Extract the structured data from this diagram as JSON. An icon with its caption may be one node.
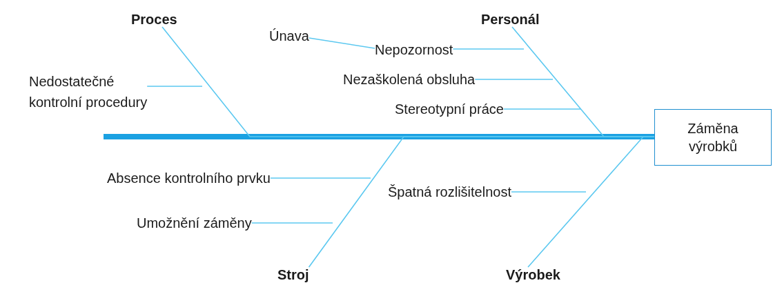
{
  "diagram": {
    "nodes": [
      {
        "text": [
          "Záměna výrobků"
        ]
      },
      {
        "text": [
          "Proces"
        ]
      },
      {
        "text": [
          "Nedostatečné kontrolní procedury"
        ]
      },
      {
        "text": [
          "Personál"
        ]
      },
      {
        "text": [
          "Únava"
        ]
      },
      {
        "text": [
          "Nepozornost"
        ]
      },
      {
        "text": [
          "Nezaškolená obsluha"
        ]
      },
      {
        "text": [
          "Stereotypní práce"
        ]
      },
      {
        "text": [
          "Stroj"
        ]
      },
      {
        "text": [
          "Absence kontrolního prvku"
        ]
      },
      {
        "text": [
          "Umožnění záměny"
        ]
      },
      {
        "text": [
          "Výrobek"
        ]
      },
      {
        "text": [
          "Špatná rozlišitelnost"
        ]
      }
    ],
    "edges": [
      {
        "from": 1,
        "to": 0,
        "arrow": "none"
      },
      {
        "from": 3,
        "to": 0,
        "arrow": "none"
      },
      {
        "from": 8,
        "to": 0,
        "arrow": "none"
      },
      {
        "from": 11,
        "to": 0,
        "arrow": "none"
      },
      {
        "from": 2,
        "to": null,
        "arrow": "none"
      },
      {
        "from": 4,
        "to": 5,
        "arrow": "none"
      },
      {
        "from": 5,
        "to": null,
        "arrow": "none"
      },
      {
        "from": 6,
        "to": null,
        "arrow": "none"
      },
      {
        "from": 7,
        "to": null,
        "arrow": "none"
      },
      {
        "from": 9,
        "to": null,
        "arrow": "none"
      },
      {
        "from": 10,
        "to": null,
        "arrow": "none"
      },
      {
        "from": 12,
        "to": null,
        "arrow": "none"
      }
    ]
  }
}
